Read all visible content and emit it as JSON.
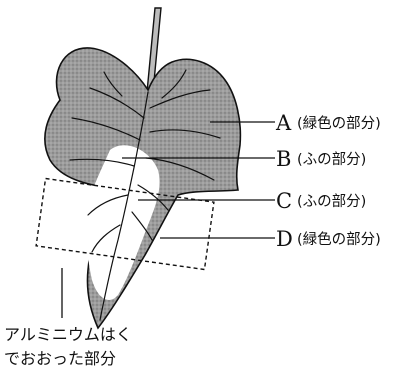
{
  "labels": [
    {
      "letter": "A",
      "text": "(緑色の部分)"
    },
    {
      "letter": "B",
      "text": "(ふの部分)"
    },
    {
      "letter": "C",
      "text": "(ふの部分)"
    },
    {
      "letter": "D",
      "text": "(緑色の部分)"
    }
  ],
  "foil_caption": [
    "アルミニウムはく",
    "でおおった部分"
  ],
  "colors": {
    "green_part": "#9a9a9a",
    "variegated_part": "#ffffff",
    "outline": "#111111"
  }
}
